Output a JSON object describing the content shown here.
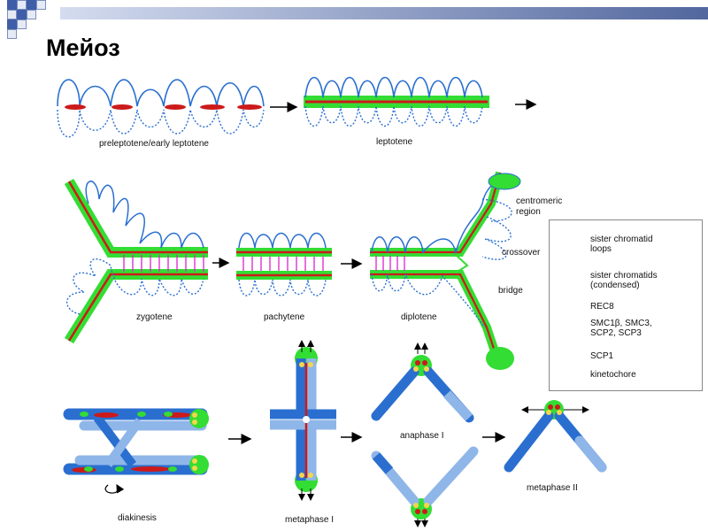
{
  "page_title": "Мейоз",
  "labels": {
    "preleptotene": "preleptotene/early leptotene",
    "leptotene": "leptotene",
    "zygotene": "zygotene",
    "pachytene": "pachytene",
    "diplotene": "diplotene",
    "centromeric": "centromeric region",
    "crossover": "crossover",
    "bridge": "bridge",
    "diakinesis": "diakinesis",
    "metaphase1": "metaphase I",
    "anaphase1": "anaphase I",
    "metaphase2": "metaphase II"
  },
  "legend": {
    "loops": "sister chromatid loops",
    "condensed": "sister chromatids (condensed)",
    "rec8": "REC8",
    "smc": "SMC1β, SMC3, SCP2, SCP3",
    "scp1": "SCP1",
    "kinetochore": "kinetochore"
  },
  "colors": {
    "dark_blue": "#2a6fd0",
    "light_blue": "#8fb6e8",
    "green": "#33dd33",
    "red": "#cc1a1a",
    "magenta": "#dd22cc",
    "yellow": "#f5d64a"
  }
}
